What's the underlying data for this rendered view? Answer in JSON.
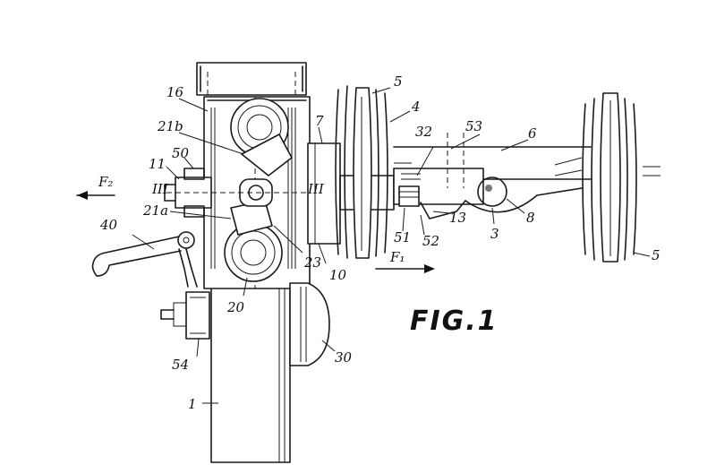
{
  "figure_title": "FIG.1",
  "reference_labels": [
    {
      "key": "l1",
      "text": "1"
    },
    {
      "key": "l3",
      "text": "3"
    },
    {
      "key": "l4",
      "text": "4"
    },
    {
      "key": "l5a",
      "text": "5"
    },
    {
      "key": "l5b",
      "text": "5"
    },
    {
      "key": "l6",
      "text": "6"
    },
    {
      "key": "l7",
      "text": "7"
    },
    {
      "key": "l8",
      "text": "8"
    },
    {
      "key": "l10",
      "text": "10"
    },
    {
      "key": "l11",
      "text": "11"
    },
    {
      "key": "l13",
      "text": "13"
    },
    {
      "key": "l16",
      "text": "16"
    },
    {
      "key": "l20",
      "text": "20"
    },
    {
      "key": "l21a",
      "text": "21a"
    },
    {
      "key": "l21b",
      "text": "21b"
    },
    {
      "key": "l23",
      "text": "23"
    },
    {
      "key": "l30",
      "text": "30"
    },
    {
      "key": "l32",
      "text": "32"
    },
    {
      "key": "l40",
      "text": "40"
    },
    {
      "key": "l50",
      "text": "50"
    },
    {
      "key": "l51",
      "text": "51"
    },
    {
      "key": "l52",
      "text": "52"
    },
    {
      "key": "l53",
      "text": "53"
    },
    {
      "key": "l54",
      "text": "54"
    },
    {
      "key": "lIIIa",
      "text": "III"
    },
    {
      "key": "lIIIb",
      "text": "III"
    }
  ],
  "force_labels": [
    {
      "key": "f2",
      "text": "F₂"
    },
    {
      "key": "f1",
      "text": "F₁"
    }
  ]
}
